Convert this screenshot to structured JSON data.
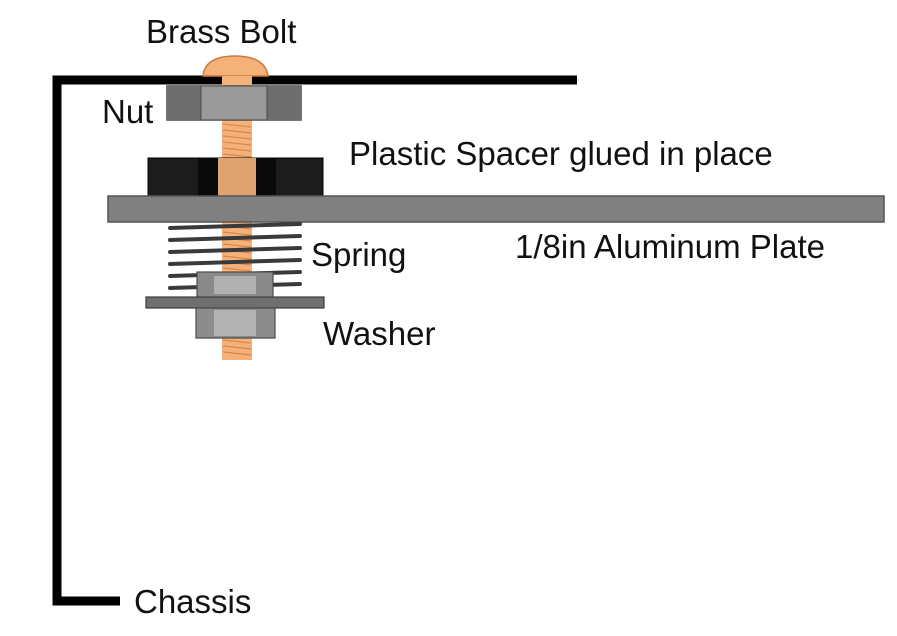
{
  "labels": {
    "brass_bolt": "Brass Bolt",
    "nut": "Nut",
    "plastic_spacer": "Plastic Spacer glued in place",
    "spring": "Spring",
    "aluminum_plate": "1/8in Aluminum Plate",
    "washer": "Washer",
    "chassis": "Chassis"
  },
  "colors": {
    "chassis": "#000000",
    "bolt": "#f4b27a",
    "bolt_thread": "#dc8a4a",
    "nut": "#7f7f7f",
    "spacer": "#1a1a1a",
    "plate": "#808080",
    "spring": "#3a3a3a",
    "washer": "#6f6f6f"
  }
}
